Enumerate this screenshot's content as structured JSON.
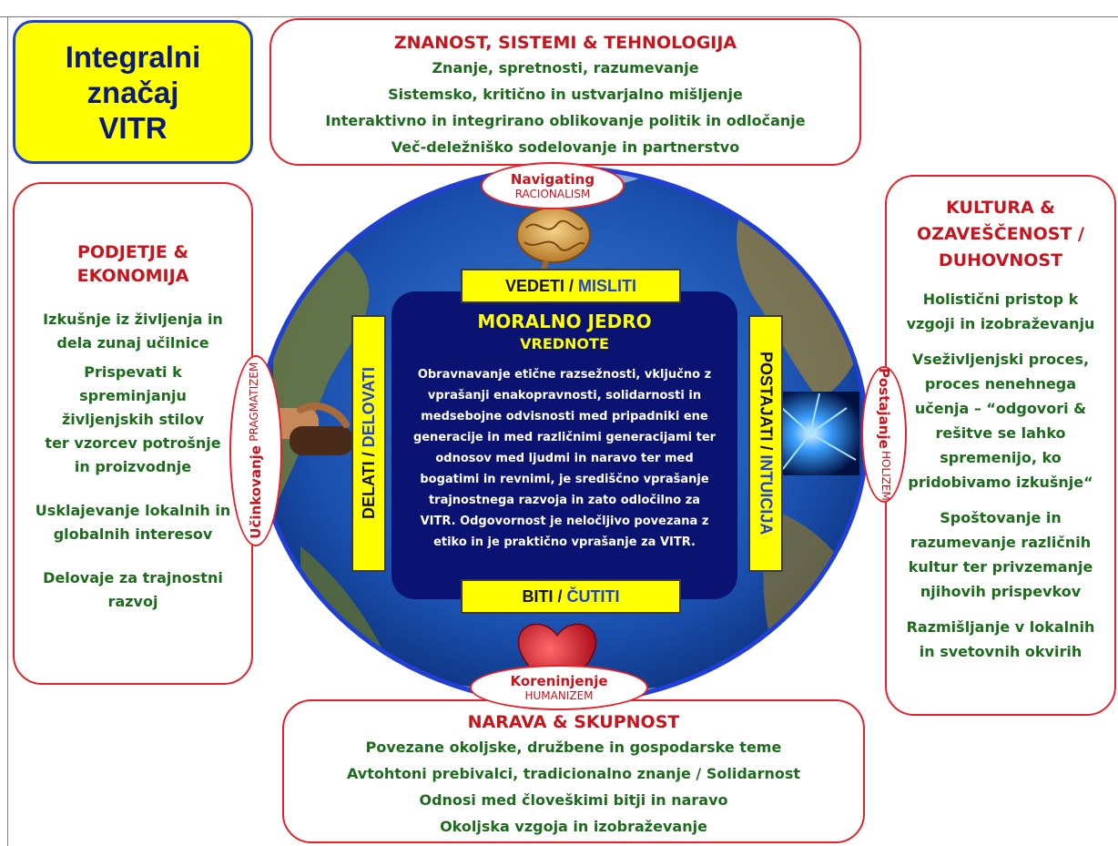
{
  "title": [
    "Integralni",
    "značaj",
    "VITR"
  ],
  "science": {
    "heading": "ZNANOST, SISTEMI & TEHNOLOGIJA",
    "lines": [
      "Znanje, spretnosti, razumevanje",
      "Sistemsko, kritično in ustvarjalno mišljenje",
      "Interaktivno in integrirano oblikovanje politik in odločanje",
      "Več-deležniško sodelovanje in partnerstvo"
    ]
  },
  "business": {
    "heading": [
      "PODJETJE &",
      "EKONOMIJA"
    ],
    "items": [
      [
        "Izkušnje iz življenja in",
        "dela zunaj učilnice"
      ],
      [
        "Prispevati k",
        "spreminjanju",
        "življenjskih stilov",
        "ter vzorcev potrošnje",
        "in proizvodnje"
      ],
      [
        "Usklajevanje lokalnih in",
        "globalnih interesov"
      ],
      [
        "Delovaje za trajnostni",
        "razvoj"
      ]
    ]
  },
  "culture": {
    "heading": [
      "KULTURA &",
      "OZAVEŠČENOST /",
      "DUHOVNOST"
    ],
    "items": [
      [
        "Holistični pristop k",
        "vzgoji in izobraževanju"
      ],
      [
        "Vseživljenjski proces,",
        "proces nenehnega",
        "učenja – “odgovori &",
        "rešitve se lahko",
        "spremenijo, ko",
        "pridobivamo izkušnje“"
      ],
      [
        "Spoštovanje in",
        "razumevanje različnih",
        "kultur ter privzemanje",
        "njihovih prispevkov"
      ],
      [
        "Razmišljanje v lokalnih",
        "in svetovnih okvirih"
      ]
    ]
  },
  "nature": {
    "heading": "NARAVA & SKUPNOST",
    "lines": [
      "Povezane okoljske, družbene in gospodarske teme",
      "Avtohtoni prebivalci, tradicionalno znanje / Solidarnost",
      "Odnosi med človeškimi bitji in naravo",
      "Okoljska vzgoja in izobraževanje"
    ]
  },
  "ovals": {
    "top": {
      "a": "Navigating",
      "b": "RACIONALISM"
    },
    "bottom": {
      "a": "Koreninjenje",
      "b": "HUMANIZEM"
    },
    "left": {
      "a": "Učinkovanje",
      "b": "PRAGMATIZEM"
    },
    "right": {
      "a": "Postajanje",
      "b": "HOLIZEM"
    }
  },
  "core": {
    "title": "MORALNO JEDRO",
    "subtitle": "VREDNOTE",
    "text": [
      "Obravnavanje etične razsežnosti, vključno z",
      "vprašanji enakopravnosti, solidarnosti in",
      "medsebojne odvisnosti med pripadniki ene",
      "generacije in med različnimi generacijami ter",
      "odnosov med ljudmi in naravo ter med",
      "bogatimi in revnimi, je središčno vprašanje",
      "trajnostnega razvoja in zato odločilno za",
      "VITR. Odgovornost je neločljivo povezana z",
      "etiko in  je praktično vprašanje za VITR."
    ]
  },
  "labels": {
    "top": {
      "a": "VEDETI",
      "sep": " / ",
      "b": "MISLITI"
    },
    "bottom": {
      "a": "BITI",
      "sep": " / ",
      "b": "ČUTITI"
    },
    "left": {
      "a": "DELATI",
      "sep": " / ",
      "b": "DELOVATI"
    },
    "right": {
      "a": "POSTAJATI",
      "sep": " / ",
      "b": "INTUICIJA"
    }
  },
  "icons": [
    "brain-icon",
    "heart-icon",
    "handshake-icon",
    "neuron-icon",
    "globe-icon"
  ],
  "colors": {
    "red": "#c8141c",
    "green": "#1d6b1d",
    "navy": "#0a1272",
    "yellow": "#ffff00",
    "blue": "#1f3fd6"
  }
}
